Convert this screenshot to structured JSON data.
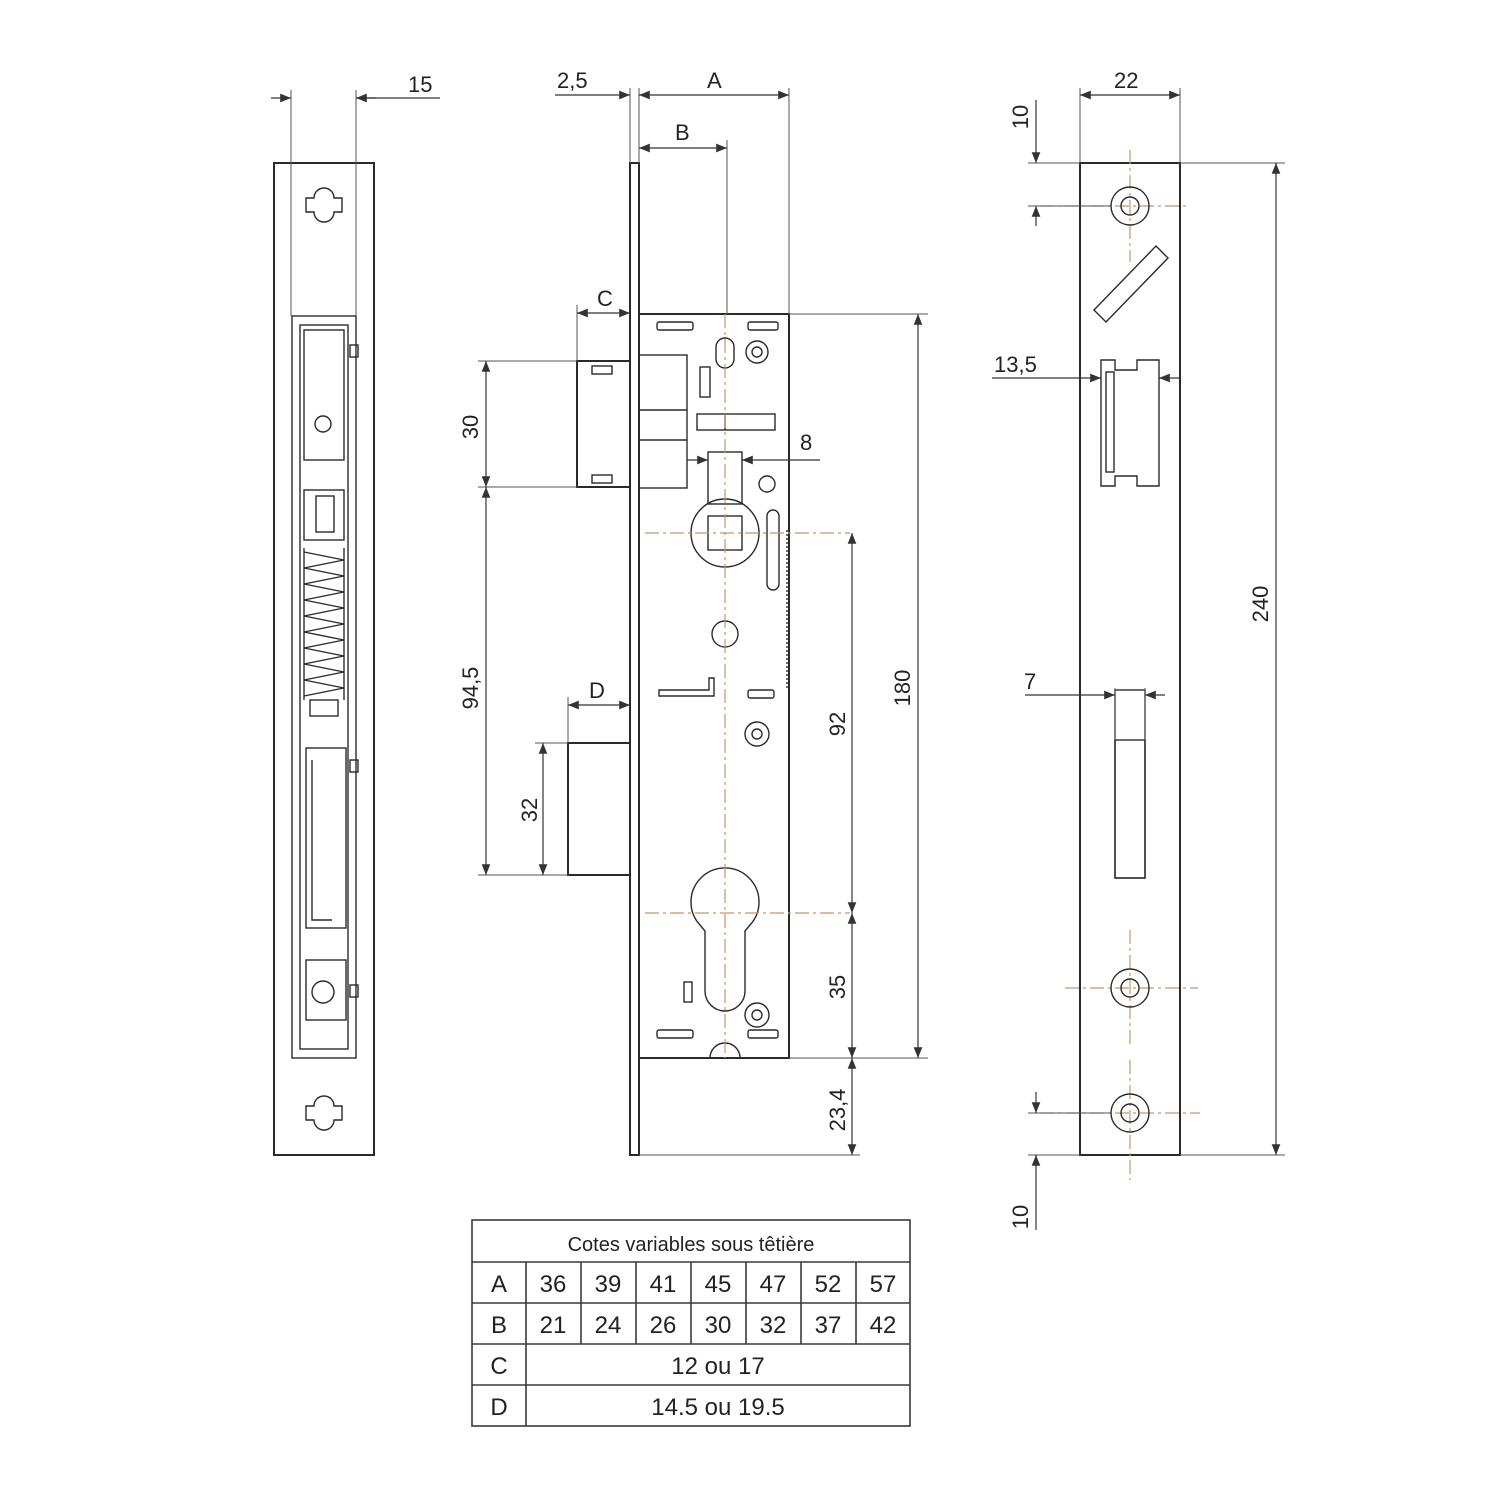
{
  "dimensions": {
    "side_width": "15",
    "faceplate": "2,5",
    "a": "A",
    "b": "B",
    "c": "C",
    "d": "D",
    "latch_height": "30",
    "latch_to_bolt": "94,5",
    "bolt_height": "32",
    "follower_width": "8",
    "handle_to_cylinder": "92",
    "body_height": "180",
    "cylinder_to_fixing": "35",
    "fixing_to_end": "23,4",
    "strike_width": "22",
    "strike_top_offset": "10",
    "strike_latch_width": "13,5",
    "strike_length": "240",
    "strike_bolt_width": "7",
    "strike_bottom_offset": "10"
  },
  "table": {
    "title": "Cotes variables sous têtière",
    "rows": [
      {
        "label": "A",
        "values": [
          "36",
          "39",
          "41",
          "45",
          "47",
          "52",
          "57"
        ]
      },
      {
        "label": "B",
        "values": [
          "21",
          "24",
          "26",
          "30",
          "32",
          "37",
          "42"
        ]
      },
      {
        "label": "C",
        "span": "12 ou 17"
      },
      {
        "label": "D",
        "span": "14.5 ou 19.5"
      }
    ]
  }
}
